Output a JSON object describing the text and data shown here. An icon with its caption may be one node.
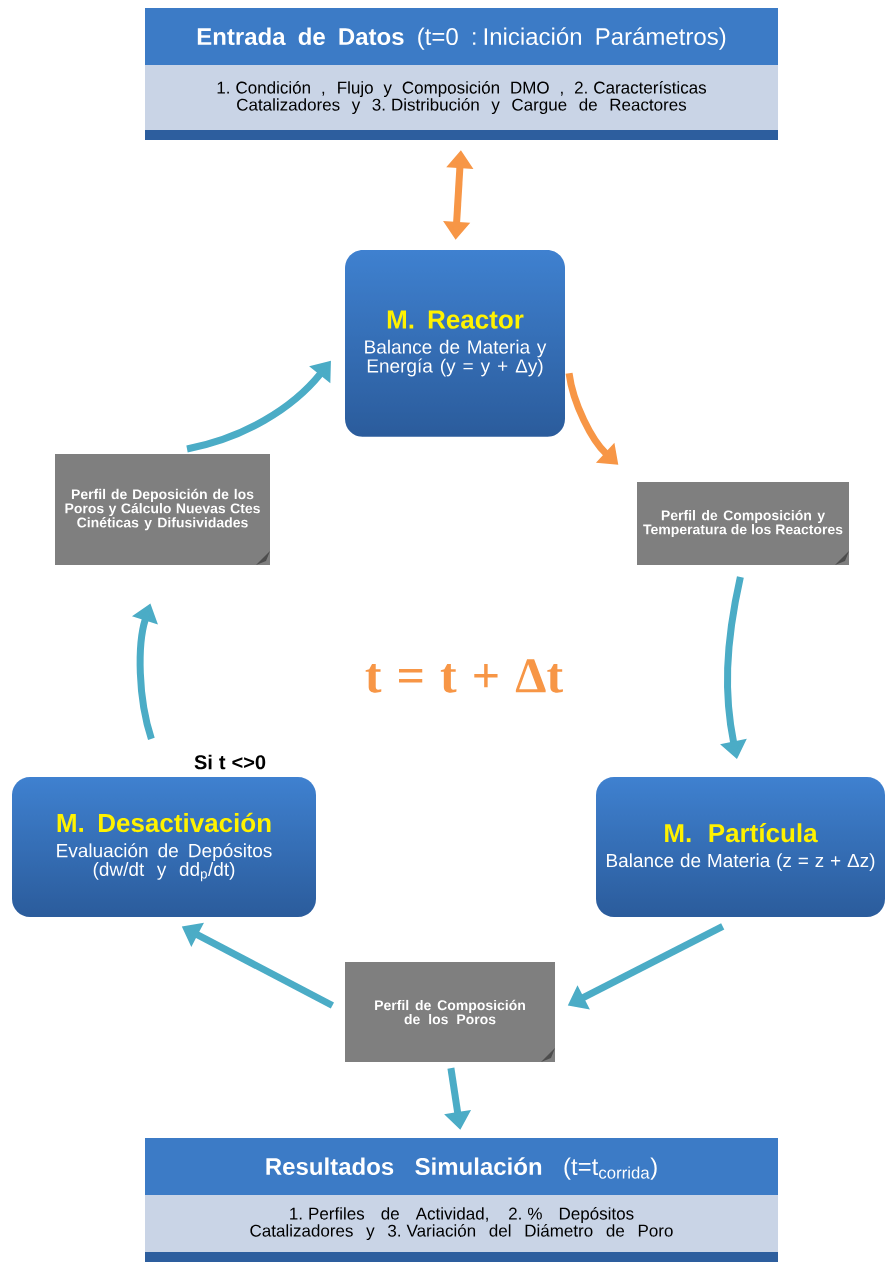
{
  "diagram": {
    "nodes": [
      {
        "text": [
          "**Entrada de Datos** (t=0 : Iniciación Parámetros)",
          "1. Condición , Flujo y Composición DMO , 2. Características Catalizadores y 3. Distribución y Cargue de Reactores"
        ]
      },
      {
        "text": [
          "M. Reactor",
          "Balance de Materia y Energía (y = y + Δy)"
        ]
      },
      {
        "text": [
          "Perfil de Composición y Temperatura de los Reactores"
        ]
      },
      {
        "text": [
          "M. Partícula",
          "Balance de Materia (z = z + Δz)"
        ]
      },
      {
        "text": [
          "Perfil de Composición de los Poros"
        ]
      },
      {
        "text": [
          "M. Desactivación",
          "Evaluación de Depósitos (dw/dt y dd$_{p}$/dt)"
        ]
      },
      {
        "text": [
          "Perfil de Deposición de los Poros y Cálculo Nuevas Ctes Cinéticas y Difusividades"
        ]
      },
      {
        "text": [
          "**Resultados Simulación** (t=t$_{corrida}$)",
          "1. Perfiles de Actividad, 2. % Depósitos Catalizadores y 3. Variación del Diámetro de Poro"
        ]
      }
    ],
    "edges": [
      {
        "from": 0,
        "to": 1,
        "arrow": "both",
        "color": "#f79646"
      },
      {
        "from": 1,
        "to": 2,
        "arrow": "to",
        "color": "#f79646"
      },
      {
        "from": 2,
        "to": 3,
        "arrow": "to"
      },
      {
        "from": 3,
        "to": 4,
        "arrow": "to"
      },
      {
        "from": 4,
        "to": 5,
        "arrow": "to"
      },
      {
        "from": 5,
        "to": 6,
        "arrow": "to"
      },
      {
        "from": 6,
        "to": 1,
        "arrow": "to"
      },
      {
        "from": 4,
        "to": 7,
        "arrow": "to"
      }
    ],
    "labels": [
      "t = t + Δt",
      "Si t <>0"
    ]
  }
}
